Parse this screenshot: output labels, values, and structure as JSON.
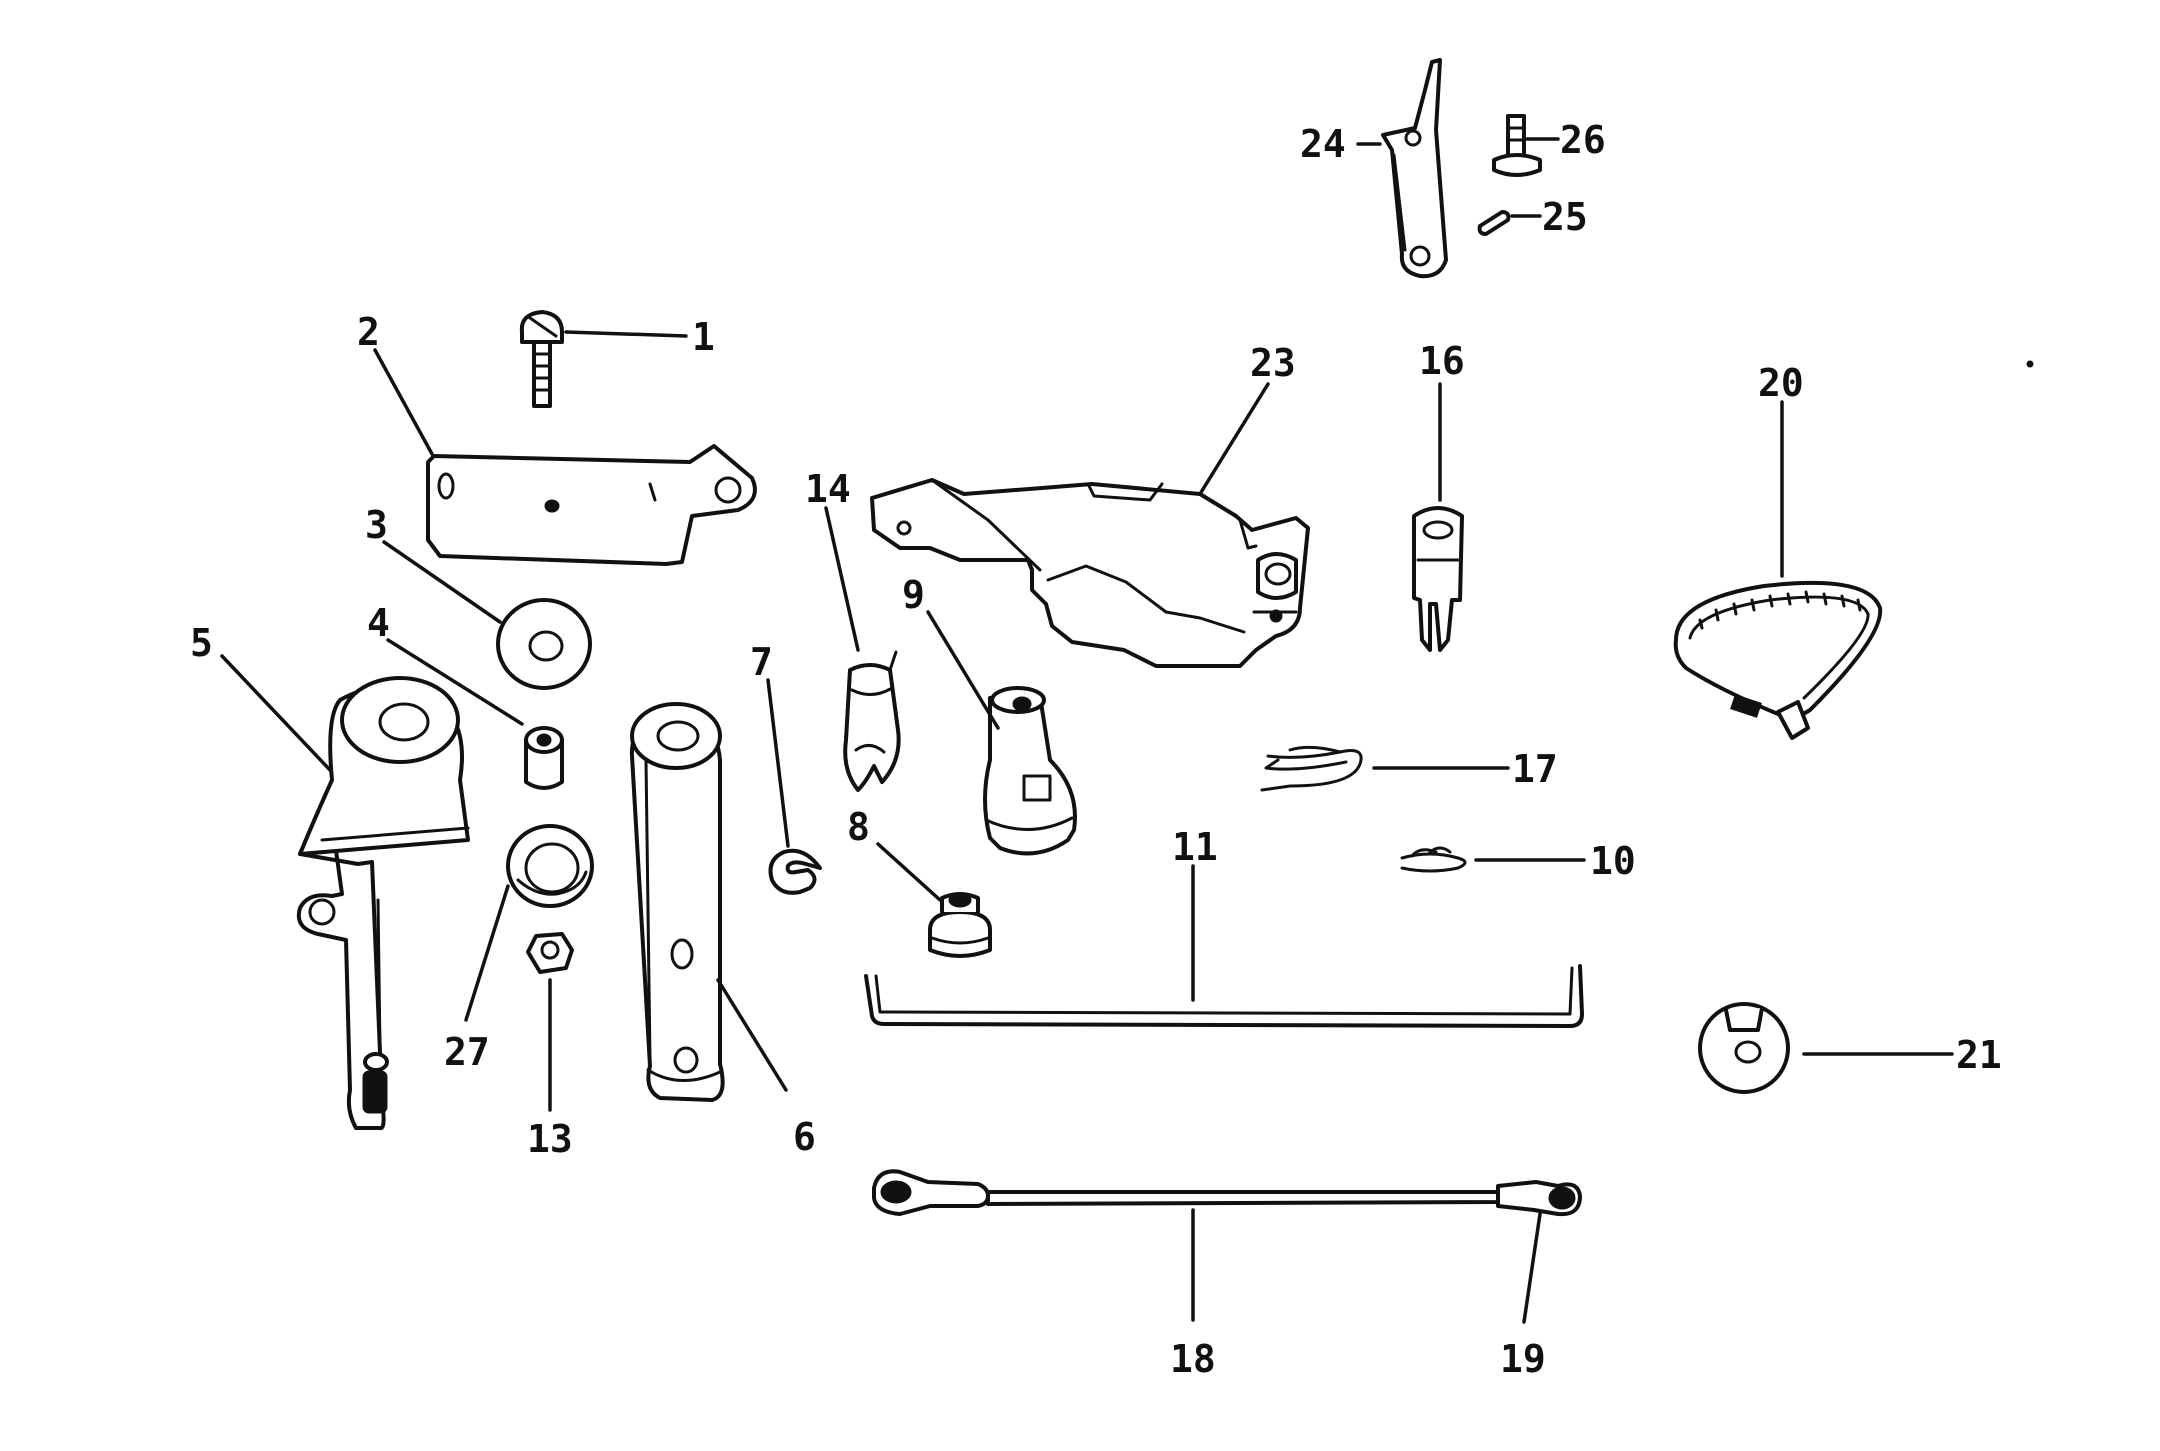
{
  "callouts": {
    "c1": "1",
    "c2": "2",
    "c3": "3",
    "c4": "4",
    "c5": "5",
    "c6": "6",
    "c7": "7",
    "c8": "8",
    "c9": "9",
    "c10": "10",
    "c11": "11",
    "c13": "13",
    "c14": "14",
    "c16": "16",
    "c17": "17",
    "c18": "18",
    "c19": "19",
    "c20": "20",
    "c21": "21",
    "c23": "23",
    "c24": "24",
    "c25": "25",
    "c26": "26",
    "c27": "27"
  }
}
